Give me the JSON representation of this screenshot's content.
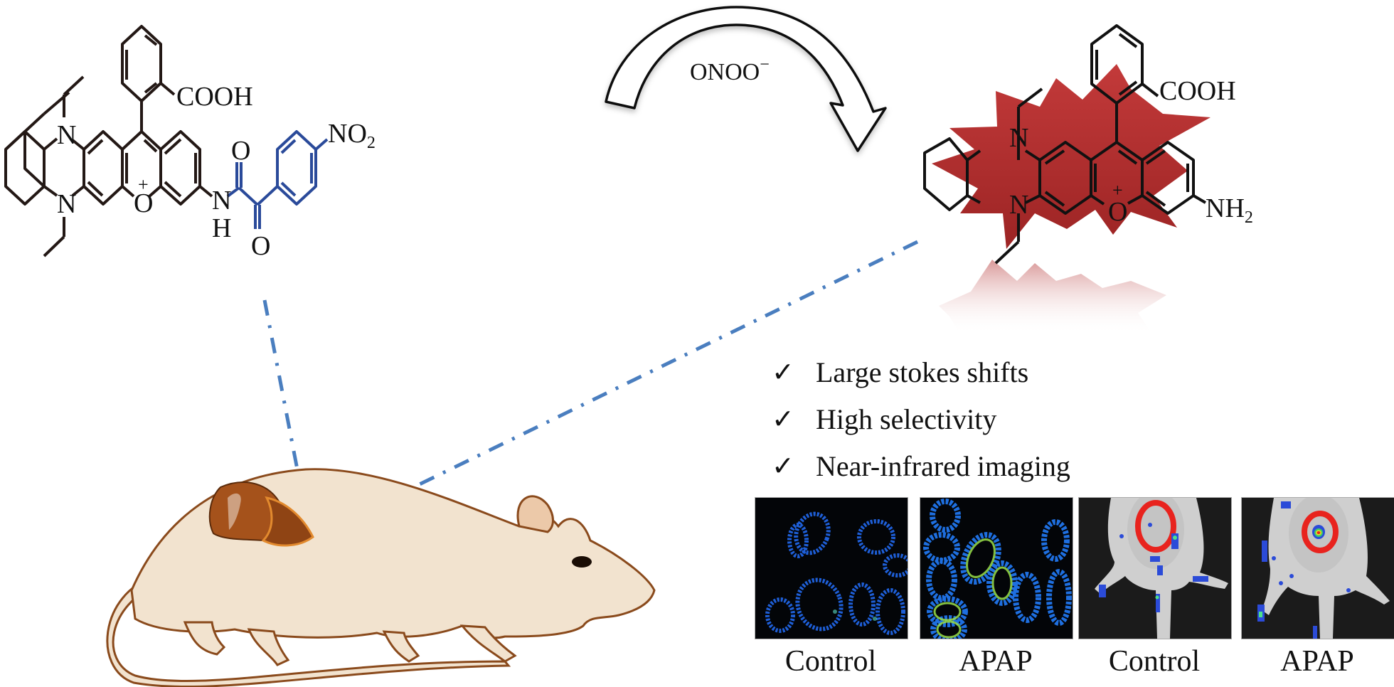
{
  "reaction": {
    "reagent": "ONOO",
    "reagent_charge": "−"
  },
  "probe_structure": {
    "labels": {
      "cooh": "COOH",
      "n_top": "N",
      "n_bottom": "N",
      "oxygen_plus": "O",
      "plus": "+",
      "amide_n": "N",
      "amide_h": "H",
      "carbonyl_o1": "O",
      "carbonyl_o2": "O",
      "nitro": "NO",
      "nitro_sub": "2"
    },
    "colors": {
      "core": "#231815",
      "recognition_group": "#2a4a9a"
    }
  },
  "product_structure": {
    "labels": {
      "cooh": "COOH",
      "n_top": "N",
      "n_bottom": "N",
      "oxygen_plus": "O",
      "plus": "+",
      "amine": "NH",
      "amine_sub": "2"
    },
    "colors": {
      "glow": "#b22a2a"
    }
  },
  "features": [
    {
      "icon": "checkmark-icon",
      "text": "Large stokes shifts"
    },
    {
      "icon": "checkmark-icon",
      "text": "High selectivity"
    },
    {
      "icon": "checkmark-icon",
      "text": "Near-infrared imaging"
    }
  ],
  "imaging_panels": [
    {
      "type": "cell",
      "label": "Control"
    },
    {
      "type": "cell",
      "label": "APAP"
    },
    {
      "type": "mouse",
      "label": "Control"
    },
    {
      "type": "mouse",
      "label": "APAP"
    }
  ],
  "colors": {
    "connector_line": "#4a7ebf",
    "mouse_body": "#f2e3cf",
    "mouse_outline": "#8a4a1c",
    "liver": "#a5521b"
  }
}
